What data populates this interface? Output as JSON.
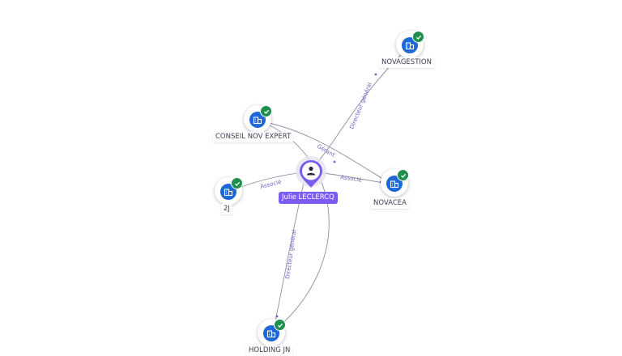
{
  "person": {
    "name": "Julie LECLERCQ",
    "color": "#7b5cf0",
    "icon": "person-icon"
  },
  "companies": [
    {
      "id": "novagestion",
      "name": "NOVAGESTION",
      "status": "verified",
      "icon": "building-icon"
    },
    {
      "id": "conseil",
      "name": "CONSEIL NOV EXPERT",
      "status": "verified",
      "icon": "building-icon"
    },
    {
      "id": "2j",
      "name": "2J",
      "status": "verified",
      "icon": "building-icon"
    },
    {
      "id": "novacea",
      "name": "NOVACEA",
      "status": "verified",
      "icon": "building-icon"
    },
    {
      "id": "holding",
      "name": "HOLDING JN",
      "status": "verified",
      "icon": "building-icon"
    }
  ],
  "relations": [
    {
      "from": "person",
      "to": "novagestion",
      "label": "Directeur général"
    },
    {
      "from": "person",
      "to": "conseil",
      "label": "Gérant"
    },
    {
      "from": "person",
      "to": "2j",
      "label": "Associé"
    },
    {
      "from": "person",
      "to": "novacea",
      "label": "Associé"
    },
    {
      "from": "person",
      "to": "holding",
      "label": "Directeur général"
    },
    {
      "from": "conseil",
      "to": "novacea",
      "label": ""
    },
    {
      "from": "conseil",
      "to": "holding",
      "label": ""
    }
  ],
  "colors": {
    "edge": "#8a8fa3",
    "building": "#1f66d6",
    "check": "#1e8f4e"
  }
}
